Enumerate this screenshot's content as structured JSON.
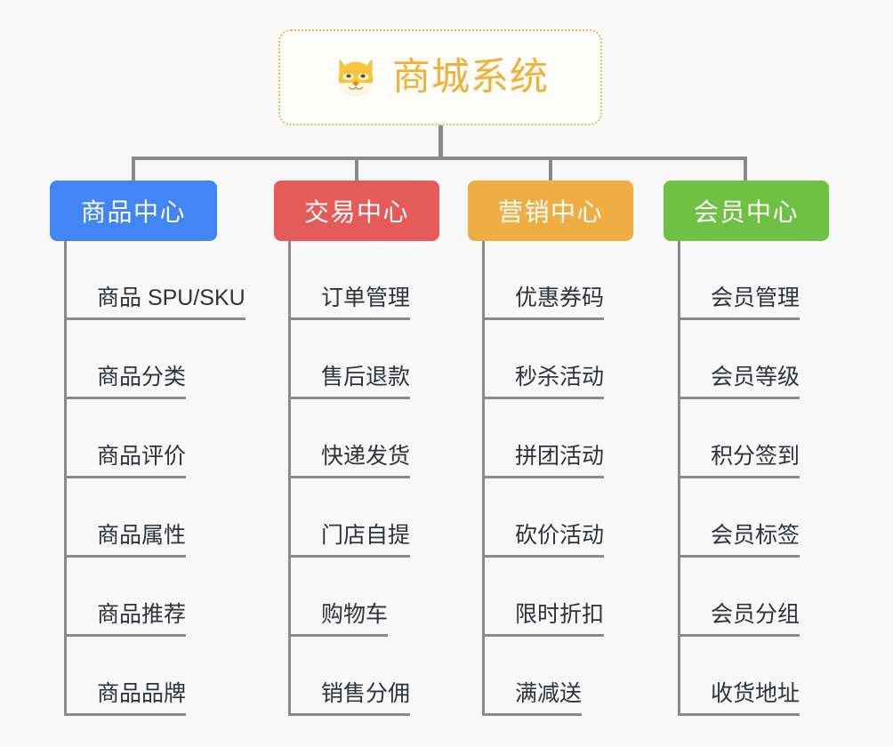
{
  "background_color": "#f8f8f8",
  "root": {
    "title": "商城系统",
    "icon": "shiba-dog-face-icon",
    "text_color": "#f2b135",
    "border_color": "#f0b840"
  },
  "connector_color": "#8a8a8a",
  "columns": [
    {
      "id": "product-center",
      "label": "商品中心",
      "color": "#4285f4",
      "items": [
        "商品 SPU/SKU",
        "商品分类",
        "商品评价",
        "商品属性",
        "商品推荐",
        "商品品牌"
      ]
    },
    {
      "id": "trade-center",
      "label": "交易中心",
      "color": "#e55b58",
      "items": [
        "订单管理",
        "售后退款",
        "快递发货",
        "门店自提",
        "购物车",
        "销售分佣"
      ]
    },
    {
      "id": "marketing-center",
      "label": "营销中心",
      "color": "#eeae44",
      "items": [
        "优惠券码",
        "秒杀活动",
        "拼团活动",
        "砍价活动",
        "限时折扣",
        "满减送"
      ]
    },
    {
      "id": "member-center",
      "label": "会员中心",
      "color": "#6fc143",
      "items": [
        "会员管理",
        "会员等级",
        "积分签到",
        "会员标签",
        "会员分组",
        "收货地址"
      ]
    }
  ]
}
